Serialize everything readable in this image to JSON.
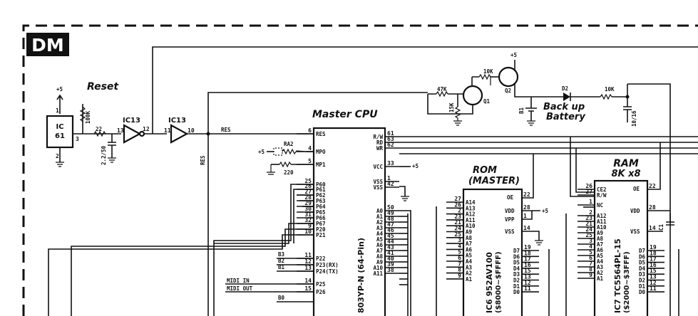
{
  "section_badge": "DM",
  "reset": {
    "title": "Reset",
    "ic61_l1": "IC",
    "ic61_l2": "61",
    "pin1": "1",
    "pin2": "2",
    "pin3": "3",
    "vcc": "+5",
    "r100k": "100K",
    "r22": "22",
    "cap": "2.2/50",
    "ic13_a": "IC13",
    "ic13_a_pin_in": "13",
    "ic13_a_pin_out": "12",
    "ic13_b": "IC13",
    "ic13_b_pin_in": "11",
    "ic13_b_pin_out": "10",
    "res_net": "RES",
    "res_vertical": "RES"
  },
  "backup": {
    "vcc": "+5",
    "r10k_a": "10K",
    "r47k": "47K",
    "r15k": "15K",
    "q1": "Q1",
    "q2": "Q2",
    "d2": "D2",
    "r10k_b": "10K",
    "c_label": "10/16",
    "b1": "B1",
    "title_1": "Back up",
    "title_2": "Battery"
  },
  "cpu": {
    "title": "Master CPU",
    "part": "803YP-N (64-Pin)",
    "ra2": "RA2",
    "r220": "220",
    "vcc_in": "+5",
    "vcc_out": "+5",
    "left_pins": [
      {
        "num": "6",
        "name": "RES"
      },
      {
        "num": "4",
        "name": "MPO"
      },
      {
        "num": "5",
        "name": "MP1"
      },
      {
        "num": "25",
        "name": "P60"
      },
      {
        "num": "26",
        "name": "P61"
      },
      {
        "num": "27",
        "name": "P62"
      },
      {
        "num": "28",
        "name": "P63"
      },
      {
        "num": "29",
        "name": "P64"
      },
      {
        "num": "30",
        "name": "P65"
      },
      {
        "num": "31",
        "name": "P66"
      },
      {
        "num": "32",
        "name": "P67"
      },
      {
        "num": "9",
        "name": "P20"
      },
      {
        "num": "10",
        "name": "P21"
      },
      {
        "num": "11",
        "name": "P22"
      },
      {
        "num": "12",
        "name": "P23(RX)"
      },
      {
        "num": "13",
        "name": "P24(TX)"
      },
      {
        "num": "14",
        "name": "P25"
      },
      {
        "num": "15",
        "name": "P26"
      }
    ],
    "right_pins": [
      {
        "num": "61",
        "name": "R/W"
      },
      {
        "num": "63",
        "name": "RD"
      },
      {
        "num": "62",
        "name": "WR"
      },
      {
        "num": "33",
        "name": "VCC"
      },
      {
        "num": "1",
        "name": "VSS"
      },
      {
        "num": "42",
        "name": "VSS"
      },
      {
        "num": "50",
        "name": "A0"
      },
      {
        "num": "49",
        "name": "A1"
      },
      {
        "num": "48",
        "name": "A2"
      },
      {
        "num": "47",
        "name": "A3"
      },
      {
        "num": "46",
        "name": "A4"
      },
      {
        "num": "45",
        "name": "A5"
      },
      {
        "num": "44",
        "name": "A6"
      },
      {
        "num": "43",
        "name": "A7"
      },
      {
        "num": "41",
        "name": "A8"
      },
      {
        "num": "40",
        "name": "A9"
      },
      {
        "num": "39",
        "name": "A10"
      },
      {
        "num": "38",
        "name": "A11"
      }
    ],
    "nets": [
      "B3",
      "B2",
      "B1",
      "MIDI IN",
      "MIDI OUT",
      "B0"
    ]
  },
  "rom": {
    "title_1": "ROM",
    "title_2": "(MASTER)",
    "part": "IC6 952AV100",
    "range": "($8000~$FFFF)",
    "oe": "OE",
    "oe_pin": "22",
    "vdd": "VDD",
    "vdd_pin": "28",
    "vpp": "VPP",
    "vpp_pin": "1",
    "vss": "VSS",
    "vss_pin": "14",
    "vcc": "+5",
    "left_pins": [
      {
        "num": "27",
        "name": "A14"
      },
      {
        "num": "26",
        "name": "A13"
      },
      {
        "num": "2",
        "name": "A12"
      },
      {
        "num": "23",
        "name": "A11"
      },
      {
        "num": "21",
        "name": "A10"
      },
      {
        "num": "24",
        "name": "A9"
      },
      {
        "num": "25",
        "name": "A8"
      },
      {
        "num": "3",
        "name": "A7"
      },
      {
        "num": "4",
        "name": "A6"
      },
      {
        "num": "5",
        "name": "A5"
      },
      {
        "num": "6",
        "name": "A4"
      },
      {
        "num": "7",
        "name": "A3"
      },
      {
        "num": "8",
        "name": "A2"
      },
      {
        "num": "9",
        "name": "A1"
      }
    ],
    "right_pins": [
      {
        "num": "19",
        "name": "D7"
      },
      {
        "num": "18",
        "name": "D6"
      },
      {
        "num": "17",
        "name": "D5"
      },
      {
        "num": "16",
        "name": "D4"
      },
      {
        "num": "15",
        "name": "D3"
      },
      {
        "num": "13",
        "name": "D2"
      },
      {
        "num": "12",
        "name": "D1"
      },
      {
        "num": "11",
        "name": "D0"
      }
    ]
  },
  "ram": {
    "title_1": "RAM",
    "title_2": "8K x8",
    "part": "IC7 TC5564PL-15",
    "range": "($2000~$3FFF)",
    "oe": "OE",
    "oe_pin": "22",
    "vdd": "VDD",
    "vdd_pin": "28",
    "vss": "VSS",
    "vss_pin": "14",
    "c1": "C1",
    "left_pins": [
      {
        "num": "26",
        "name": "CE2"
      },
      {
        "num": "27",
        "name": "R/W"
      },
      {
        "num": "1",
        "name": "NC"
      },
      {
        "num": "2",
        "name": "A12"
      },
      {
        "num": "23",
        "name": "A11"
      },
      {
        "num": "21",
        "name": "A10"
      },
      {
        "num": "24",
        "name": "A9"
      },
      {
        "num": "25",
        "name": "A8"
      },
      {
        "num": "3",
        "name": "A7"
      },
      {
        "num": "4",
        "name": "A6"
      },
      {
        "num": "5",
        "name": "A5"
      },
      {
        "num": "6",
        "name": "A4"
      },
      {
        "num": "7",
        "name": "A3"
      },
      {
        "num": "8",
        "name": "A2"
      },
      {
        "num": "9",
        "name": "A1"
      }
    ],
    "right_pins": [
      {
        "num": "19",
        "name": "D7"
      },
      {
        "num": "18",
        "name": "D6"
      },
      {
        "num": "17",
        "name": "D5"
      },
      {
        "num": "16",
        "name": "D4"
      },
      {
        "num": "15",
        "name": "D3"
      },
      {
        "num": "13",
        "name": "D2"
      },
      {
        "num": "12",
        "name": "D1"
      },
      {
        "num": "11",
        "name": "D0"
      }
    ]
  }
}
